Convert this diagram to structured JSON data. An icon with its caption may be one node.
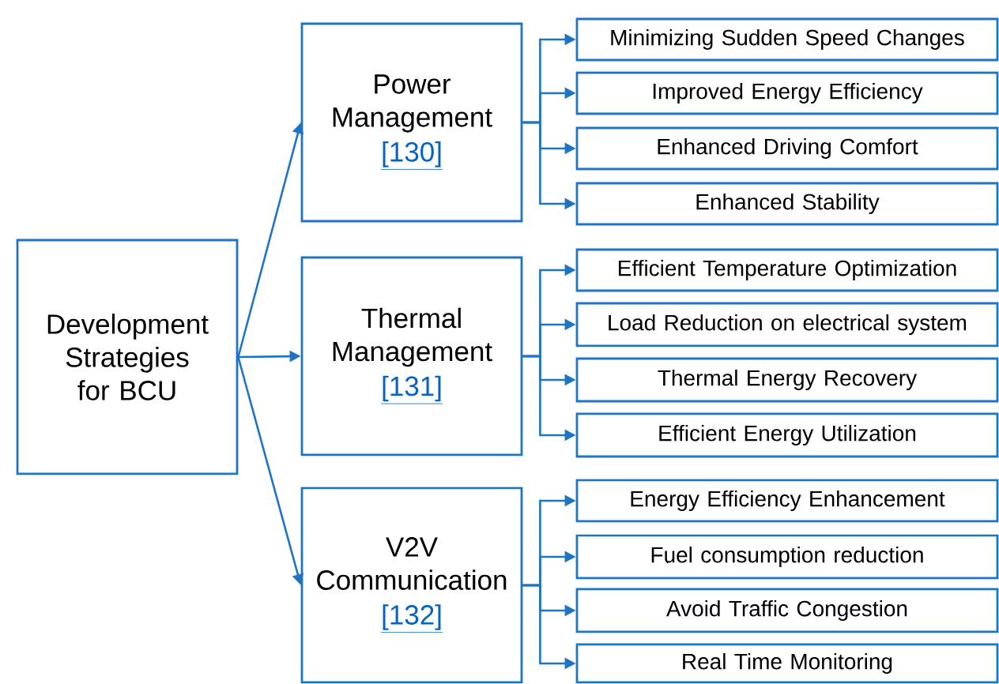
{
  "diagram": {
    "nodes": [
      {
        "text": [
          "Development Strategies for BCU"
        ]
      },
      {
        "text": [
          "Power Management",
          "[130]"
        ]
      },
      {
        "text": [
          "Thermal Management",
          "[131]"
        ]
      },
      {
        "text": [
          "V2V Communication",
          "[132]"
        ]
      },
      {
        "text": [
          "Minimizing Sudden Speed Changes"
        ]
      },
      {
        "text": [
          "Improved Energy Efficiency"
        ]
      },
      {
        "text": [
          "Enhanced Driving Comfort"
        ]
      },
      {
        "text": [
          "Enhanced Stability"
        ]
      },
      {
        "text": [
          "Efficient Temperature Optimization"
        ]
      },
      {
        "text": [
          "Load Reduction on electrical system"
        ]
      },
      {
        "text": [
          "Thermal Energy Recovery"
        ]
      },
      {
        "text": [
          "Efficient Energy Utilization"
        ]
      },
      {
        "text": [
          "Energy Efficiency Enhancement"
        ]
      },
      {
        "text": [
          "Fuel consumption reduction"
        ]
      },
      {
        "text": [
          "Avoid Traffic Congestion"
        ]
      },
      {
        "text": [
          "Real Time Monitoring"
        ]
      }
    ],
    "edges": [
      {
        "from": 0,
        "to": 1,
        "arrow": "to"
      },
      {
        "from": 0,
        "to": 2,
        "arrow": "to"
      },
      {
        "from": 0,
        "to": 3,
        "arrow": "to"
      },
      {
        "from": 1,
        "to": 4,
        "arrow": "to"
      },
      {
        "from": 1,
        "to": 5,
        "arrow": "to"
      },
      {
        "from": 1,
        "to": 6,
        "arrow": "to"
      },
      {
        "from": 1,
        "to": 7,
        "arrow": "to"
      },
      {
        "from": 2,
        "to": 8,
        "arrow": "to"
      },
      {
        "from": 2,
        "to": 9,
        "arrow": "to"
      },
      {
        "from": 2,
        "to": 10,
        "arrow": "to"
      },
      {
        "from": 2,
        "to": 11,
        "arrow": "to"
      },
      {
        "from": 3,
        "to": 12,
        "arrow": "to"
      },
      {
        "from": 3,
        "to": 13,
        "arrow": "to"
      },
      {
        "from": 3,
        "to": 14,
        "arrow": "to"
      },
      {
        "from": 3,
        "to": 15,
        "arrow": "to"
      }
    ]
  }
}
